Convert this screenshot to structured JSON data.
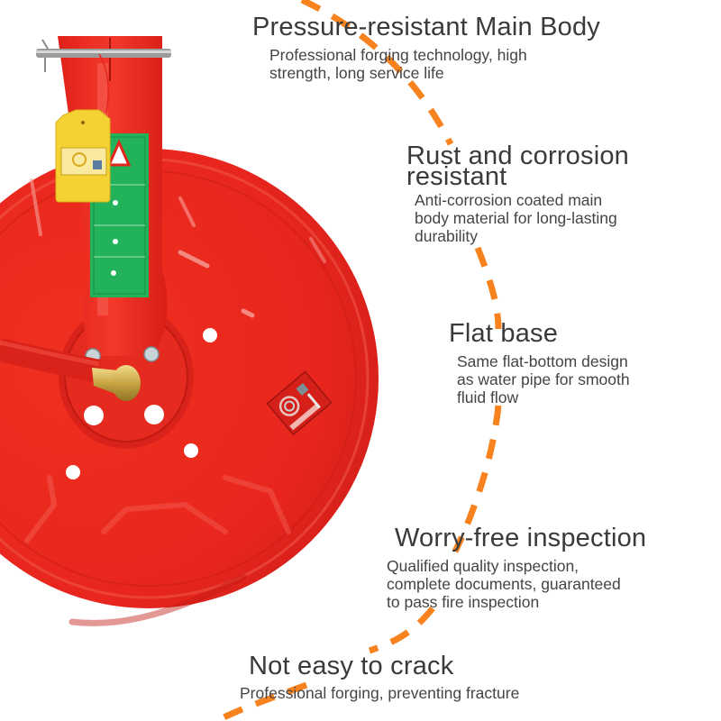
{
  "colors": {
    "background": "#ffffff",
    "reel_red": "#e8261e",
    "reel_red_dark": "#c91c16",
    "reel_red_light": "#f5463a",
    "dash_orange": "#f7821e",
    "text_title": "#3a3a3a",
    "text_desc": "#444444",
    "tag_yellow": "#f5d233",
    "label_green": "#22b35a",
    "brass": "#c9a544"
  },
  "product": {
    "name": "fire hose reel",
    "icons": [
      "hinge-pin-icon",
      "inspection-tag-icon",
      "warning-label-icon",
      "hose-nozzle-icon",
      "certification-sticker-icon"
    ]
  },
  "features": [
    {
      "title": "Pressure-resistant Main Body",
      "description_lines": [
        "Professional forging technology, high",
        "strength, long service life"
      ]
    },
    {
      "title_lines": [
        "Rust and corrosion",
        "resistant"
      ],
      "description_lines": [
        "Anti-corrosion coated main",
        "body material for long-lasting",
        "durability"
      ]
    },
    {
      "title": "Flat base",
      "description_lines": [
        "Same flat-bottom design",
        "as water pipe for smooth",
        "fluid flow"
      ]
    },
    {
      "title": "Worry-free inspection",
      "description_lines": [
        "Qualified quality inspection,",
        "complete documents, guaranteed",
        "to pass fire inspection"
      ]
    },
    {
      "title": "Not easy to crack",
      "description_lines": [
        "Professional forging, preventing fracture"
      ]
    }
  ]
}
